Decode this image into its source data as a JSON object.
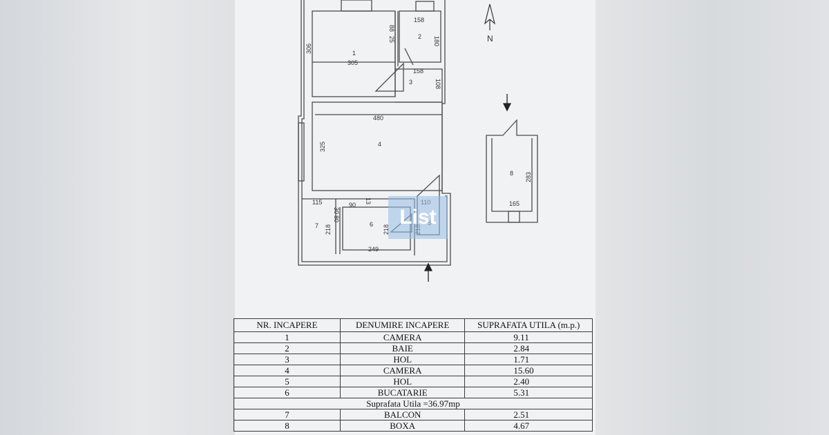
{
  "plan": {
    "north": "N",
    "watermark": "List",
    "rooms": [
      "1",
      "2",
      "3",
      "4",
      "5",
      "6",
      "7",
      "8"
    ],
    "dims": {
      "d306": "306",
      "d305": "305",
      "d88": "88",
      "d25": "25",
      "d158a": "158",
      "d180": "180",
      "d158b": "158",
      "d108": "108",
      "d480": "480",
      "d325": "325",
      "d115": "115",
      "d90": "90",
      "d30": "30",
      "d80": "80",
      "d13": "13",
      "d110": "110",
      "d218a": "218",
      "d218b": "218",
      "d218c": "218",
      "d249": "249",
      "d283": "283",
      "d165": "165"
    }
  },
  "table": {
    "headers": [
      "NR. INCAPERE",
      "DENUMIRE INCAPERE",
      "SUPRAFATA UTILA (m.p.)"
    ],
    "rows": [
      {
        "nr": "1",
        "name": "CAMERA",
        "area": "9.11"
      },
      {
        "nr": "2",
        "name": "BAIE",
        "area": "2.84"
      },
      {
        "nr": "3",
        "name": "HOL",
        "area": "1.71"
      },
      {
        "nr": "4",
        "name": "CAMERA",
        "area": "15.60"
      },
      {
        "nr": "5",
        "name": "HOL",
        "area": "2.40"
      },
      {
        "nr": "6",
        "name": "BUCATARIE",
        "area": "5.31"
      }
    ],
    "summary": "Suprafata Utila =36.97mp",
    "extra_rows": [
      {
        "nr": "7",
        "name": "BALCON",
        "area": "2.51"
      },
      {
        "nr": "8",
        "name": "BOXA",
        "area": "4.67"
      }
    ]
  }
}
